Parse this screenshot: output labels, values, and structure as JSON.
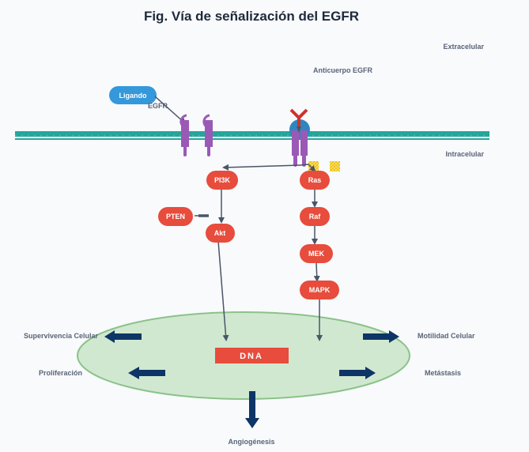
{
  "title": "Fig. Vía de señalización del EGFR",
  "regions": {
    "extracellular": "Extracelular",
    "intracellular": "Intracelular"
  },
  "labels": {
    "antibody": "Anticuerpo EGFR",
    "egfr": "EGFR",
    "ligand": "Ligando"
  },
  "nodes": {
    "pi3k": "PI3K",
    "pten": "PTEN",
    "akt": "Akt",
    "ras": "Ras",
    "raf": "Raf",
    "mek": "MEK",
    "mapk": "MAPK"
  },
  "nucleus": {
    "dna": "DNA"
  },
  "outcomes": {
    "survival": "Supervivencia Celular",
    "proliferation": "Proliferación",
    "motility": "Motilidad Celular",
    "metastasis": "Metástasis",
    "angiogenesis": "Angiogénesis"
  },
  "colors": {
    "membrane": "#26a69a",
    "receptor": "#9b59b6",
    "node": "#e74c3c",
    "ligand": "#3498db",
    "antibody": "#d0312d",
    "nucleus_fill": "#d1e8d0",
    "nucleus_stroke": "#8bc28a",
    "outcome_arrow": "#0d3566",
    "pathway_arrow": "#4a5568"
  }
}
